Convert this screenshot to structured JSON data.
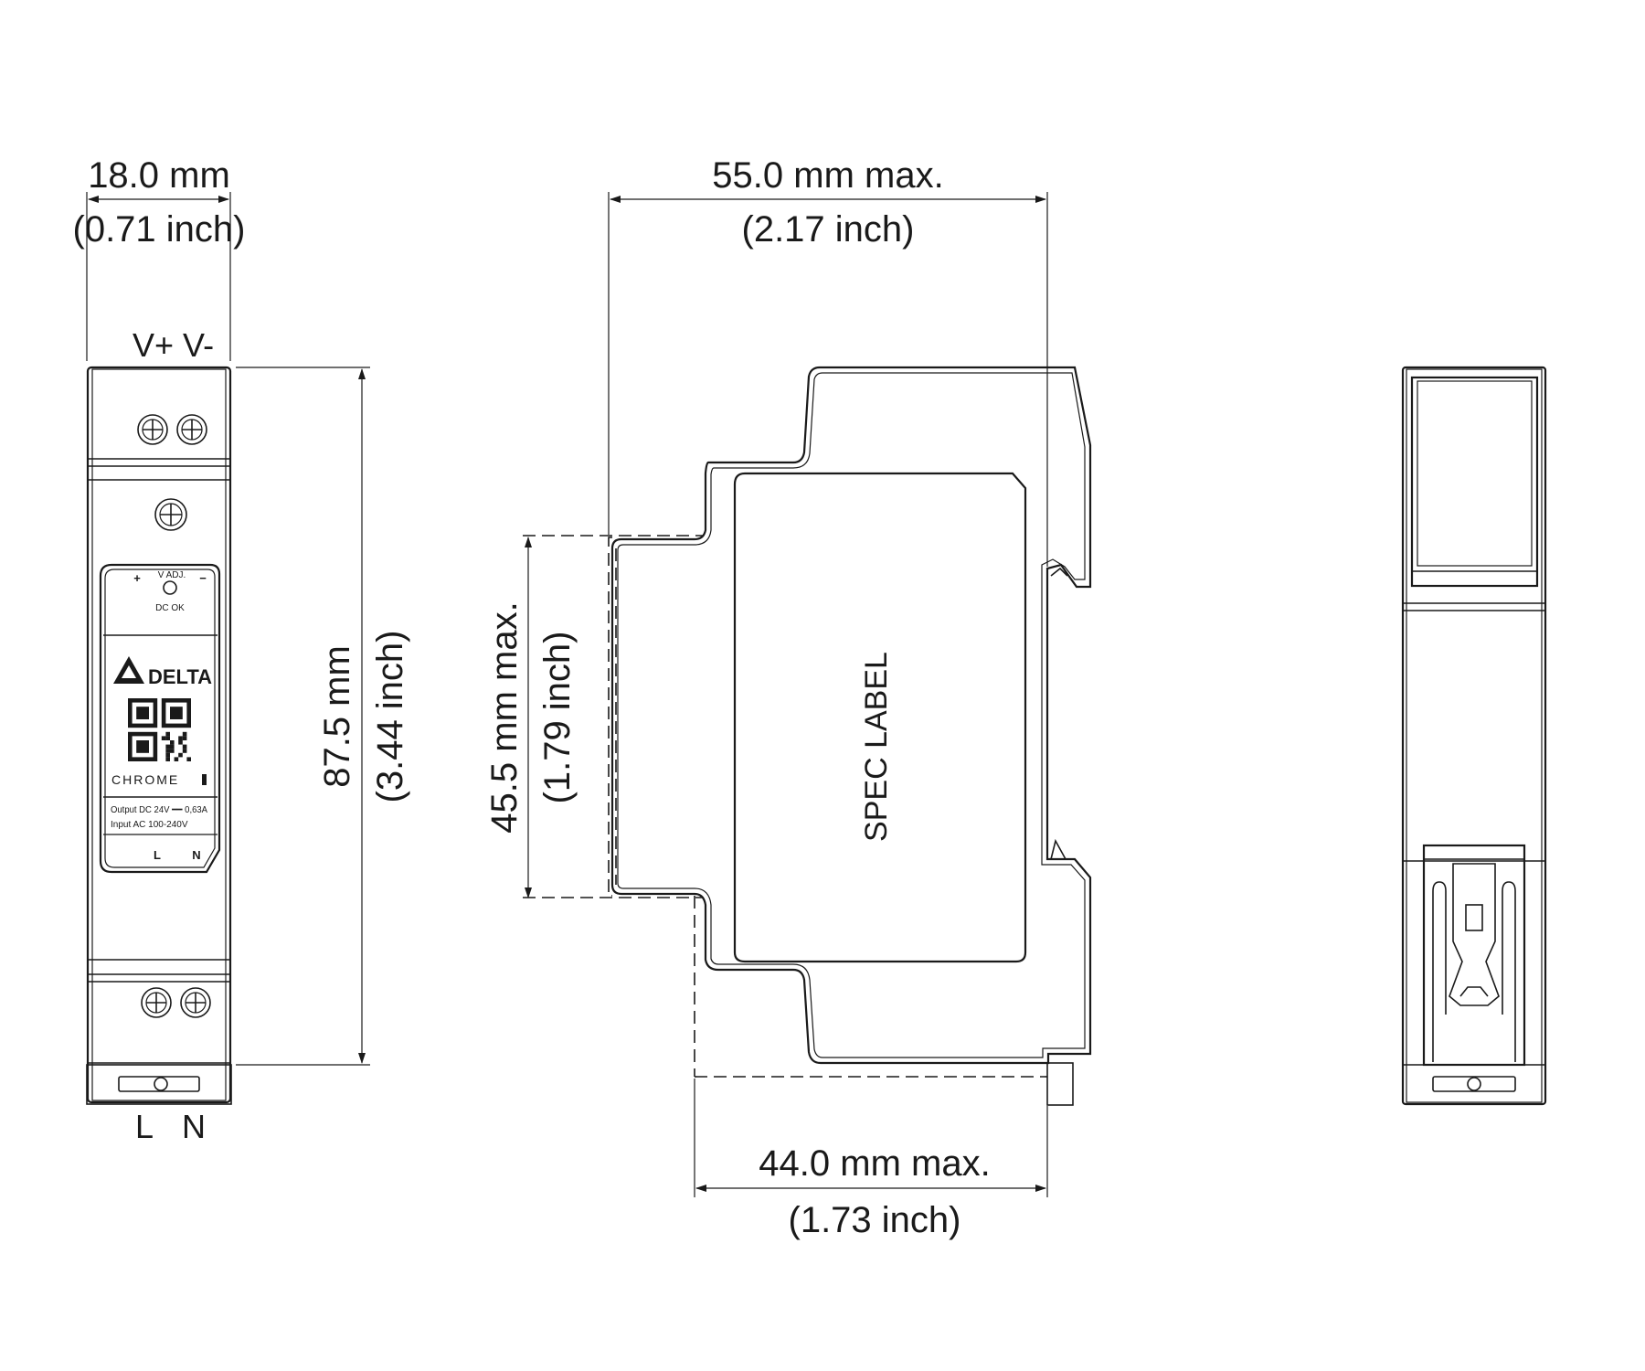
{
  "front_view": {
    "width_mm": "18.0 mm",
    "width_inch": "(0.71 inch)",
    "height_mm": "87.5 mm",
    "height_inch": "(3.44 inch)",
    "top_terminals": "V+ V-",
    "bottom_terminal_l": "L",
    "bottom_terminal_n": "N",
    "panel": {
      "plus": "+",
      "minus": "−",
      "v_adj": "V ADJ.",
      "dc_ok": "DC OK",
      "brand": "DELTA",
      "series": "CHROME",
      "output_spec": "Output DC 24V ━━ 0,63A",
      "input_spec": "Input AC 100-240V",
      "label_l": "L",
      "label_n": "N"
    }
  },
  "side_view": {
    "depth_mm": "55.0 mm max.",
    "depth_inch": "(2.17 inch)",
    "step_mm": "45.5 mm max.",
    "step_inch": "(1.79 inch)",
    "base_mm": "44.0 mm max.",
    "base_inch": "(1.73 inch)",
    "spec_label": "SPEC LABEL"
  },
  "colors": {
    "line": "#1a1a1a",
    "background": "#ffffff"
  }
}
